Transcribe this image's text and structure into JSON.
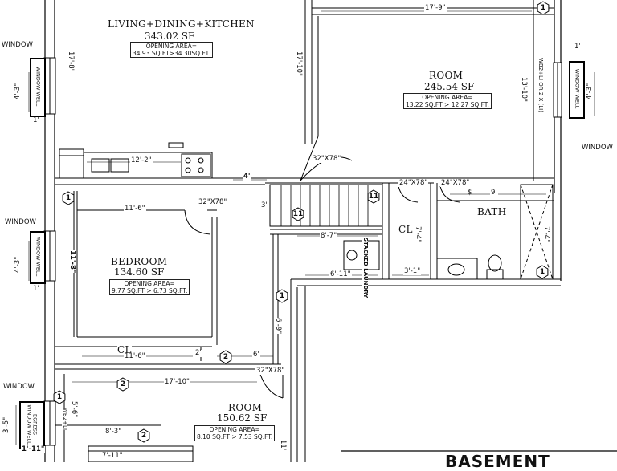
{
  "rooms": {
    "living": {
      "name": "LIVING+DINING+KITCHEN",
      "area": "343.02 SF",
      "opening_label": "OPENING AREA=",
      "opening_value": "34.93 SQ.FT>34.30SQ.FT."
    },
    "room_top": {
      "name": "ROOM",
      "area": "245.54 SF",
      "opening_label": "OPENING AREA=",
      "opening_value": "13.22 SQ.FT > 12.27 SQ.FT."
    },
    "bedroom": {
      "name": "BEDROOM",
      "area": "134.60 SF",
      "opening_label": "OPENING AREA=",
      "opening_value": "9.77 SQ.FT > 6.73 SQ.FT."
    },
    "room_bottom": {
      "name": "ROOM",
      "area": "150.62 SF",
      "opening_label": "OPENING AREA=",
      "opening_value": "8.10 SQ.FT > 7.53 SQ.FT."
    },
    "bath": {
      "name": "BATH"
    },
    "cl_main": {
      "name": "CL"
    },
    "cl_bed": {
      "name": "CL"
    }
  },
  "windows": {
    "w1": "WINDOW",
    "w2": "WINDOW",
    "w3": "WINDOW",
    "w4": "WINDOW",
    "well1": "WINDOW WELL",
    "well2": "WINDOW WELL",
    "well3": "WINDOW WELL",
    "well4": "EGRESS WINDOW WELL"
  },
  "dimensions": {
    "d_17_9": "17'-9\"",
    "d_12_2": "12'-2\"",
    "d_17_8": "17'-8\"",
    "d_17_10a": "17'-10\"",
    "d_13_10": "13'-10\"",
    "d_4_3a": "4'-3\"",
    "d_1a": "1'",
    "d_1b": "1'",
    "d_4_3b": "4'-3\"",
    "d_32x78a": "32\"X78\"",
    "d_4": "4'",
    "d_24x78a": "24\"X78\"",
    "d_24x78b": "24\"X78\"",
    "d_9": "9'",
    "d_3": "3'",
    "d_11_6a": "11'-6\"",
    "d_32x78b": "32\"X78\"",
    "d_8_7": "8'-7\"",
    "d_7_4a": "7'-4\"",
    "d_7_4b": "7'-4\"",
    "d_4_3c": "4'-3\"",
    "d_11_8": "11'-8\"",
    "d_1c": "1'",
    "d_6_11": "6'-11\"",
    "d_3_1": "3'-1\"",
    "d_6_9": "6'-9\"",
    "d_11_6b": "11'-6\"",
    "d_2": "2'",
    "d_6": "6'",
    "d_17_10b": "17'-10\"",
    "d_32x78c": "32\"X78\"",
    "d_5_6": "5'-6\"",
    "d_3_5": "3'-5\"",
    "d_1_11a": "1'-11\"",
    "d_8_3": "8'-3\"",
    "d_7_11": "7'-11\"",
    "d_11": "11'",
    "wb_top": "WB2+LI OR 2 X (LI)",
    "wb_bottom": "WB2+LI"
  },
  "labels": {
    "stacked_laundry": "STACKED LAUNDRY",
    "basement": "BASEMENT",
    "smoke": "$"
  },
  "tags": {
    "t1a": "1",
    "t1b": "1",
    "t1c": "1",
    "t11a": "11",
    "t11b": "11",
    "t2a": "2",
    "t2b": "2",
    "t2c": "2",
    "t1d": "1",
    "t1e": "1"
  }
}
